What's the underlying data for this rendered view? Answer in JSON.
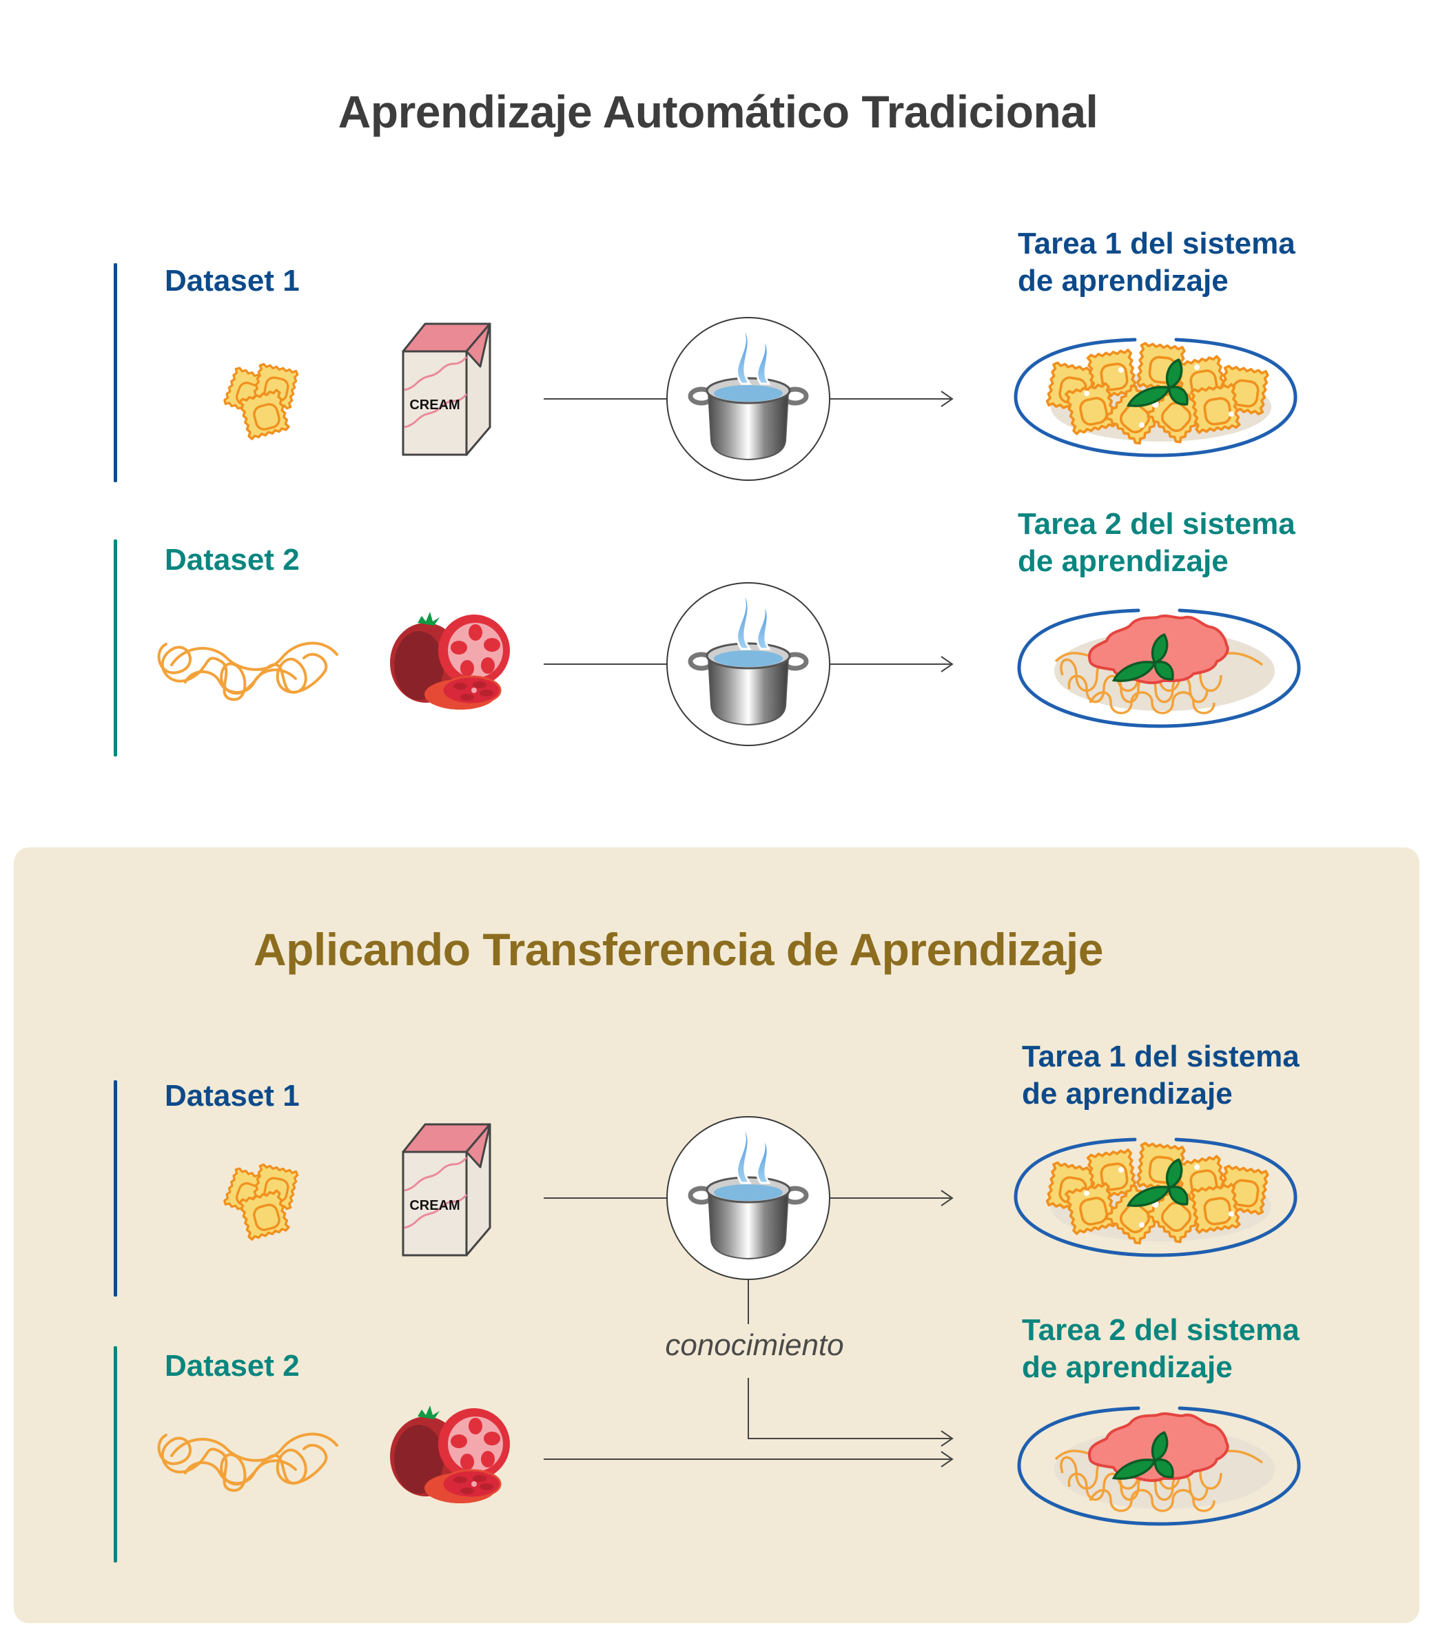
{
  "sections": [
    {
      "title": "Aprendizaje Automático Tradicional",
      "datasets": [
        {
          "label": "Dataset 1",
          "ingredients": [
            "ravioli-icon",
            "cream-carton-icon"
          ],
          "carton_text": "CREAM"
        },
        {
          "label": "Dataset 2",
          "ingredients": [
            "spaghetti-icon",
            "tomato-icon"
          ]
        }
      ],
      "process_icon": "cooking-pot-icon",
      "tasks": [
        {
          "line1": "Tarea 1 del sistema",
          "line2": "de aprendizaje",
          "dish": "ravioli-plate-icon"
        },
        {
          "line1": "Tarea 2 del sistema",
          "line2": "de aprendizaje",
          "dish": "spaghetti-plate-icon"
        }
      ]
    },
    {
      "title": "Aplicando Transferencia de Aprendizaje",
      "datasets": [
        {
          "label": "Dataset 1",
          "ingredients": [
            "ravioli-icon",
            "cream-carton-icon"
          ],
          "carton_text": "CREAM"
        },
        {
          "label": "Dataset 2",
          "ingredients": [
            "spaghetti-icon",
            "tomato-icon"
          ]
        }
      ],
      "process_icon": "cooking-pot-icon",
      "knowledge_label": "conocimiento",
      "tasks": [
        {
          "line1": "Tarea 1 del sistema",
          "line2": "de aprendizaje",
          "dish": "ravioli-plate-icon"
        },
        {
          "line1": "Tarea 2 del sistema",
          "line2": "de aprendizaje",
          "dish": "spaghetti-plate-icon"
        }
      ]
    }
  ],
  "colors": {
    "title_traditional": "#3d3d3d",
    "title_transfer": "#8c6d1f",
    "dataset1": "#0d4a8a",
    "dataset2": "#0a857f",
    "panel_background": "#f2ead6",
    "plate_rim": "#1f5fb0"
  }
}
